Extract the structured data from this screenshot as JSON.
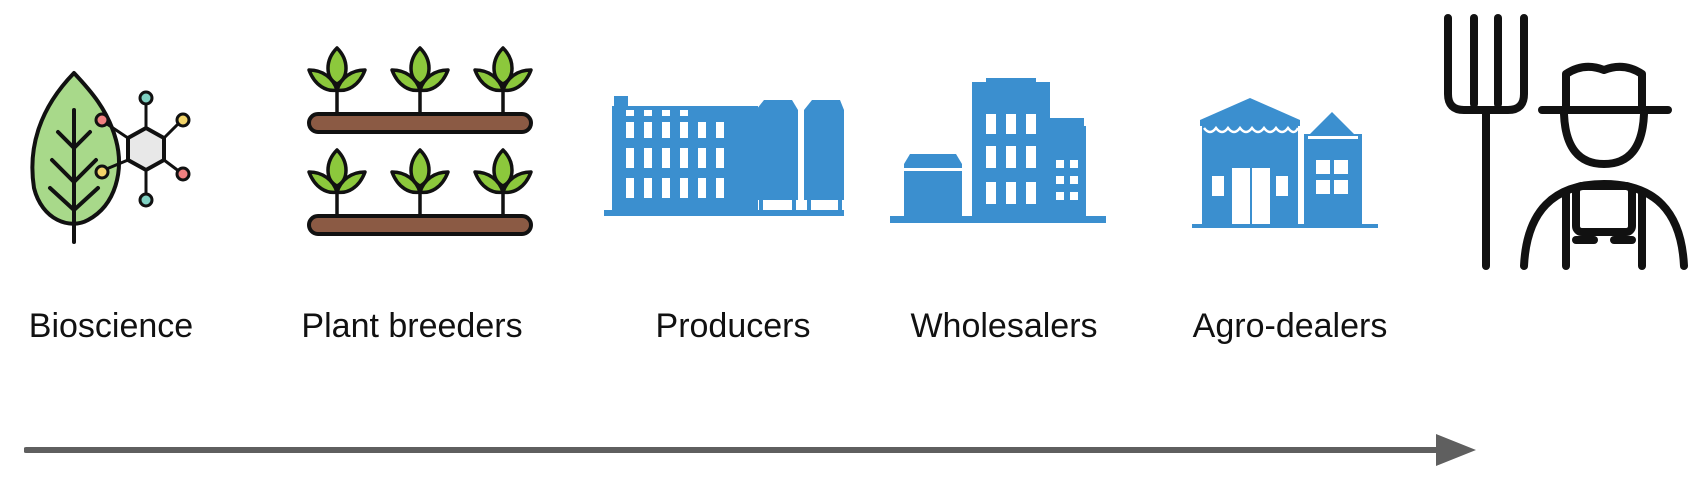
{
  "stages": [
    {
      "label": "Bioscience",
      "icon": "leaf-molecule-icon"
    },
    {
      "label": "Plant breeders",
      "icon": "seedlings-icon"
    },
    {
      "label": "Producers",
      "icon": "factory-silos-icon"
    },
    {
      "label": "Wholesalers",
      "icon": "warehouse-buildings-icon"
    },
    {
      "label": "Agro-dealers",
      "icon": "shop-store-icon"
    }
  ],
  "end_icon": "farmer-with-pitchfork-icon",
  "flow_arrow": {
    "direction": "left-to-right",
    "color": "#5f5f5f"
  },
  "colors": {
    "leaf_fill": "#a8d98a",
    "sprout_green": "#8cc83c",
    "soil_brown": "#8b5a44",
    "building_blue": "#3b8fcf",
    "outline": "#111111"
  }
}
